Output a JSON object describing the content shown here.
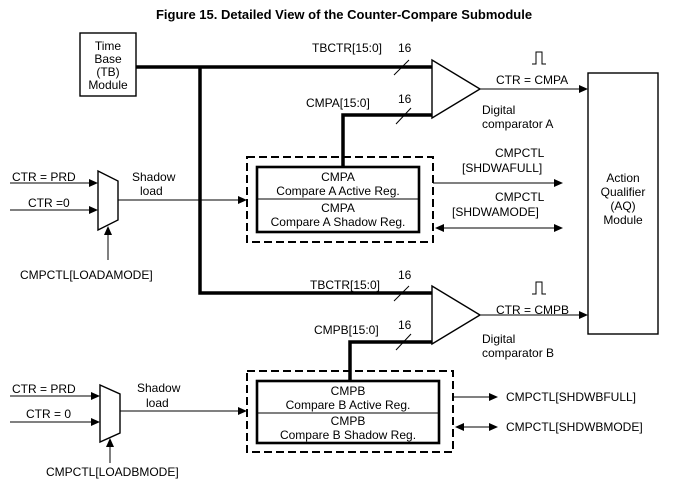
{
  "title": "Figure 15. Detailed View of the Counter-Compare Submodule",
  "time_base": {
    "line1": "Time",
    "line2": "Base",
    "line3": "(TB)",
    "line4": "Module"
  },
  "action_qualifier": {
    "line1": "Action",
    "line2": "Qualifier",
    "line3": "(AQ)",
    "line4": "Module"
  },
  "channel_a": {
    "tbctr_label": "TBCTR[15:0]",
    "tbctr_width": "16",
    "cmp_label": "CMPA[15:0]",
    "cmp_width": "16",
    "ctr_equal": "CTR = CMPA",
    "comparator_line1": "Digital",
    "comparator_line2": "comparator A",
    "active_reg_name": "CMPA",
    "active_reg_desc": "Compare A Active Reg.",
    "shadow_reg_name": "CMPA",
    "shadow_reg_desc": "Compare A Shadow Reg.",
    "full_flag_line1": "CMPCTL",
    "full_flag_line2": "[SHDWAFULL]",
    "mode_line1": "CMPCTL",
    "mode_line2": "[SHDWAMODE]",
    "mux_in1": "CTR = PRD",
    "mux_in2": "CTR =0",
    "shadow_load_line1": "Shadow",
    "shadow_load_line2": "load",
    "load_mode": "CMPCTL[LOADAMODE]"
  },
  "channel_b": {
    "tbctr_label": "TBCTR[15:0]",
    "tbctr_width": "16",
    "cmp_label": "CMPB[15:0]",
    "cmp_width": "16",
    "ctr_equal": "CTR = CMPB",
    "comparator_line1": "Digital",
    "comparator_line2": "comparator B",
    "active_reg_name": "CMPB",
    "active_reg_desc": "Compare B Active Reg.",
    "shadow_reg_name": "CMPB",
    "shadow_reg_desc": "Compare B Shadow Reg.",
    "full_flag": "CMPCTL[SHDWBFULL]",
    "mode_flag": "CMPCTL[SHDWBMODE]",
    "mux_in1": "CTR = PRD",
    "mux_in2": "CTR = 0",
    "shadow_load_line1": "Shadow",
    "shadow_load_line2": "load",
    "load_mode": "CMPCTL[LOADBMODE]"
  }
}
